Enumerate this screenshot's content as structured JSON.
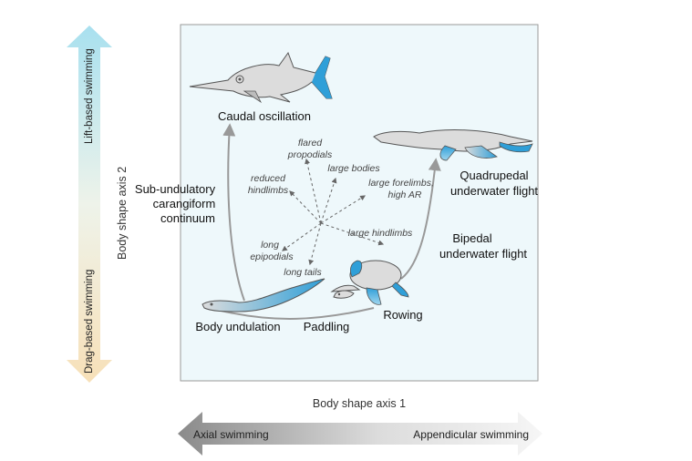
{
  "axes": {
    "x_title": "Body shape axis 1",
    "y_title": "Body shape axis 2"
  },
  "bottom_band": {
    "left": "Axial swimming",
    "right": "Appendicular swimming"
  },
  "side_band": {
    "top": "Lift-based swimming",
    "bottom": "Drag-based swimming"
  },
  "modes": {
    "caudal": "Caudal oscillation",
    "continuum": [
      "Sub-undulatory",
      "carangiform",
      "continuum"
    ],
    "quadrupedal": [
      "Quadrupedal",
      "underwater flight"
    ],
    "bipedal": [
      "Bipedal",
      "underwater flight"
    ],
    "rowing": "Rowing",
    "paddling": "Paddling",
    "undulation": "Body undulation"
  },
  "traits": {
    "flared": [
      "flared",
      "propodials"
    ],
    "large_bodies": "large bodies",
    "reduced_hind": [
      "reduced",
      "hindlimbs"
    ],
    "large_fore": [
      "large forelimbs,",
      "high AR"
    ],
    "large_hind": "large hindlimbs",
    "long_epi": [
      "long",
      "epipodials"
    ],
    "long_tails": "long tails"
  },
  "colors": {
    "accent_blue": "#2f9fd8",
    "animal_gray": "#dcdcdc",
    "arrow_gray": "#999999",
    "panel_bg": "#eef8fb"
  }
}
